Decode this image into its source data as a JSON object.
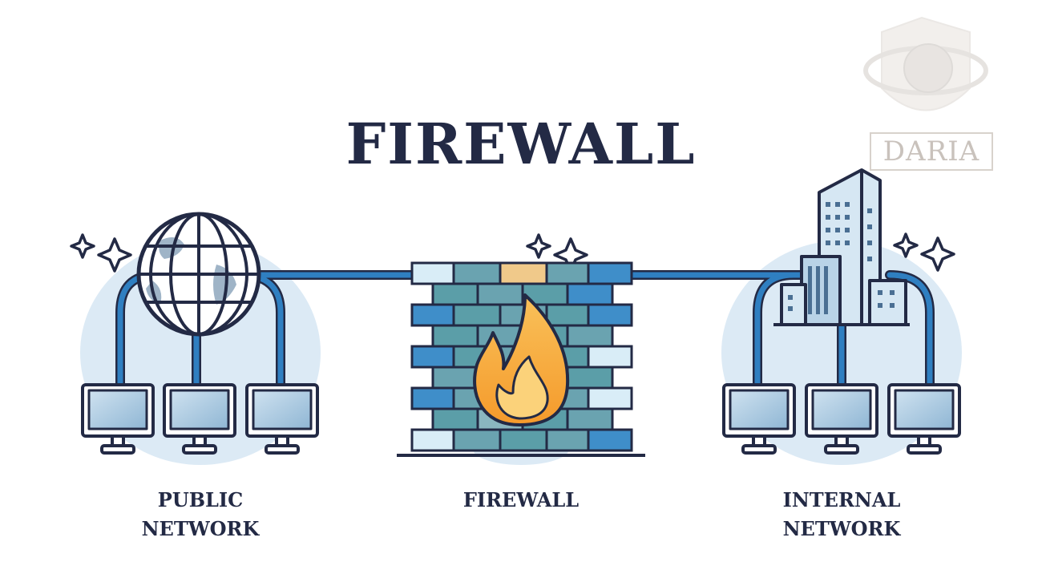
{
  "title": "FIREWALL",
  "nodes": {
    "public": {
      "line1": "PUBLIC",
      "line2": "NETWORK"
    },
    "firewall": {
      "line1": "FIREWALL"
    },
    "internal": {
      "line1": "INTERNAL",
      "line2": "NETWORK"
    }
  },
  "watermark": {
    "text": "DARIA"
  },
  "colors": {
    "ink": "#232a45",
    "wire": "#2f7fc1",
    "brick_blue": "#3f8ec9",
    "brick_teal": "#5b9ea8",
    "brick_light": "#d9edf7",
    "flame": "#f7a534",
    "glow": "#dceaf5",
    "screen": "#a8c7de"
  }
}
